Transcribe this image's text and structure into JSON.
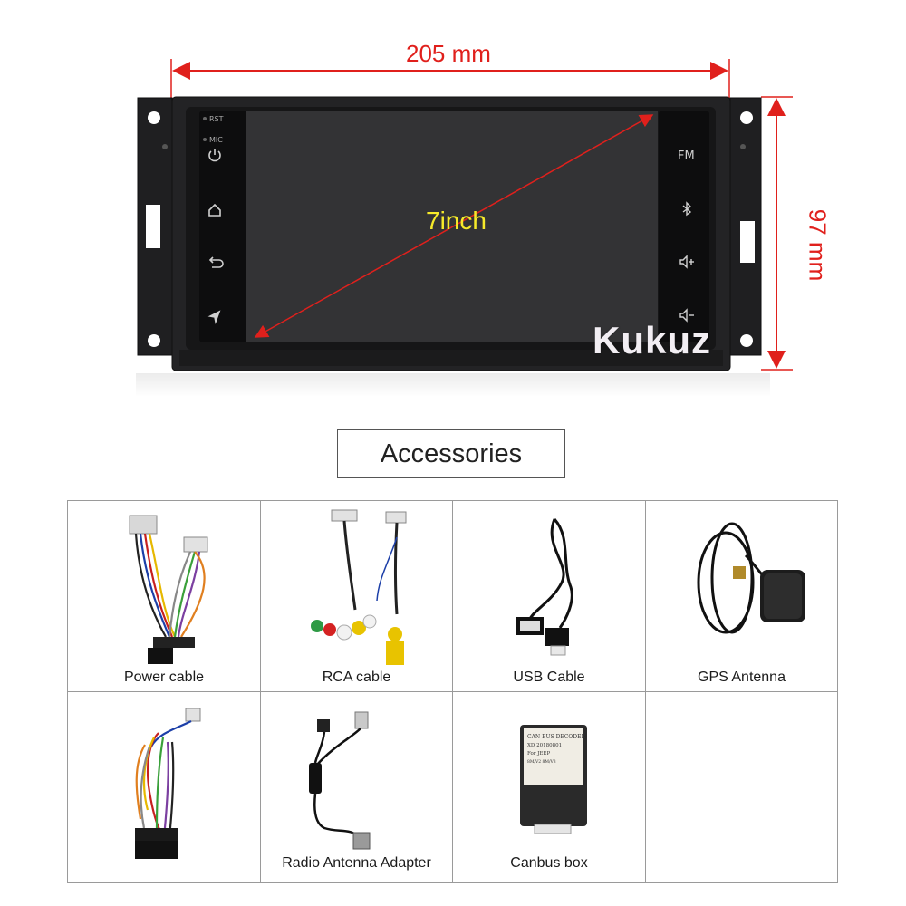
{
  "dimensions": {
    "width_value": "205",
    "width_unit": "mm",
    "height_label": "97 mm",
    "diagonal_label": "7inch"
  },
  "brand": "Kukuz",
  "unit_buttons": {
    "rst": "RST",
    "mic": "MIC",
    "fm": "FM"
  },
  "accessories_title": "Accessories",
  "accessories": [
    {
      "caption": "Power cable",
      "icon": "wire-harness-icon"
    },
    {
      "caption": "RCA cable",
      "icon": "rca-cable-icon"
    },
    {
      "caption": "USB  Cable",
      "icon": "usb-cable-icon"
    },
    {
      "caption": "GPS Antenna",
      "icon": "gps-antenna-icon"
    },
    {
      "caption": "",
      "icon": "iso-harness-icon"
    },
    {
      "caption": "Radio Antenna Adapter",
      "icon": "antenna-adapter-icon"
    },
    {
      "caption": "Canbus box",
      "icon": "canbus-box-icon"
    },
    {
      "caption": "",
      "icon": ""
    }
  ],
  "canbus_label_text": [
    "CAN BUS DECODER",
    "XD  20180801",
    "For  JEEP",
    "8M/V2      8M/V3"
  ],
  "colors": {
    "dimension_red": "#e0201c",
    "diagonal_yellow": "#f6ea2a",
    "panel_black": "#1c1c1e",
    "screen": "#333335"
  }
}
